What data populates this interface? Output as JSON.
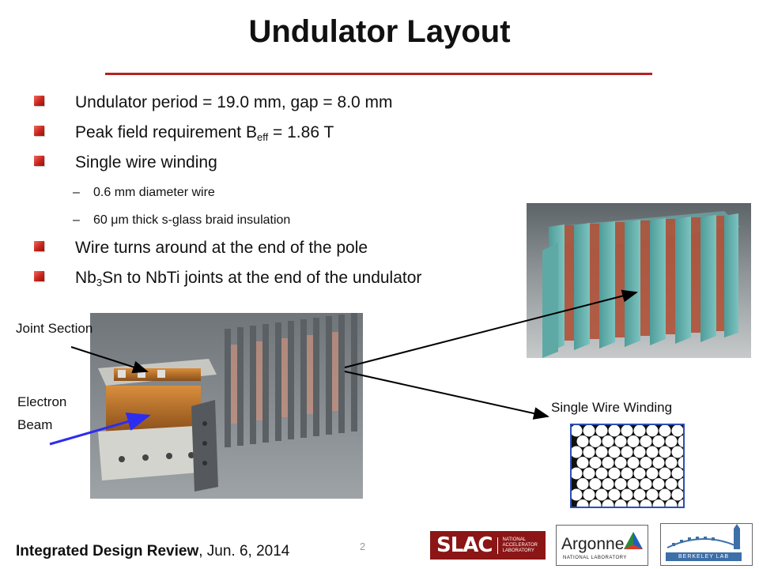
{
  "slide": {
    "title": "Undulator Layout",
    "accent_color": "#b5221f",
    "page_number": "2"
  },
  "bullets": {
    "b1": "Undulator period = 19.0 mm, gap = 8.0 mm",
    "b2_pre": "Peak field requirement B",
    "b2_sub": "eff",
    "b2_post": " = 1.86 T",
    "b3": "Single wire winding",
    "b3_sub1": "0.6 mm diameter wire",
    "b3_sub2": "60 μm thick s-glass braid insulation",
    "b4": "Wire turns around at the end of the pole",
    "b5_pre": "Nb",
    "b5_sub": "3",
    "b5_post": "Sn to NbTi joints at the end of the undulator",
    "dash": "–"
  },
  "labels": {
    "joint_section": "Joint Section",
    "electron": "Electron",
    "beam": "Beam",
    "single_wire_winding": "Single Wire Winding"
  },
  "footer": {
    "bold": "Integrated Design Review",
    "rest": ", Jun. 6, 2014"
  },
  "logos": {
    "slac": "SLAC",
    "slac_sub1": "NATIONAL",
    "slac_sub2": "ACCELERATOR",
    "slac_sub3": "LABORATORY",
    "argonne": "Argonne",
    "argonne_sub": "NATIONAL LABORATORY",
    "berkeley": "BERKELEY LAB"
  }
}
